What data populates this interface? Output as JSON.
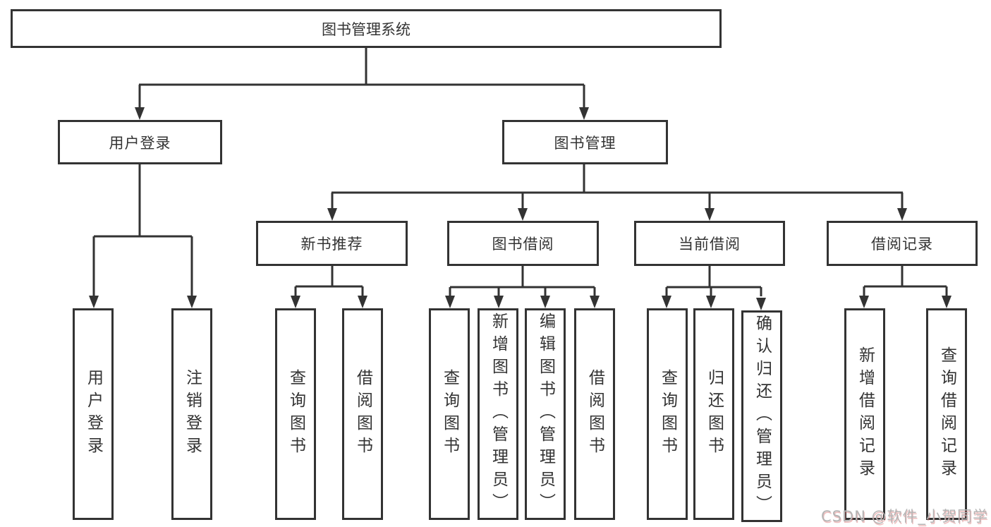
{
  "nodes": {
    "root": "图书管理系统",
    "level2": [
      "用户登录",
      "图书管理"
    ],
    "level3": [
      "新书推荐",
      "图书借阅",
      "当前借阅",
      "借阅记录"
    ],
    "leaves": [
      "用户登录",
      "注销登录",
      "查询图书",
      "借阅图书",
      "查询图书",
      "新增图书（管理员）",
      "编辑图书（管理员）",
      "借阅图书",
      "查询图书",
      "归还图书",
      "确认归还（管理员）",
      "新增借阅记录",
      "查询借阅记录"
    ]
  },
  "watermark": "CSDN @软件_小贺同学",
  "colors": {
    "line": "#333333",
    "text": "#333333",
    "box_background": "#ffffff",
    "watermark": "#b5b5b5"
  }
}
